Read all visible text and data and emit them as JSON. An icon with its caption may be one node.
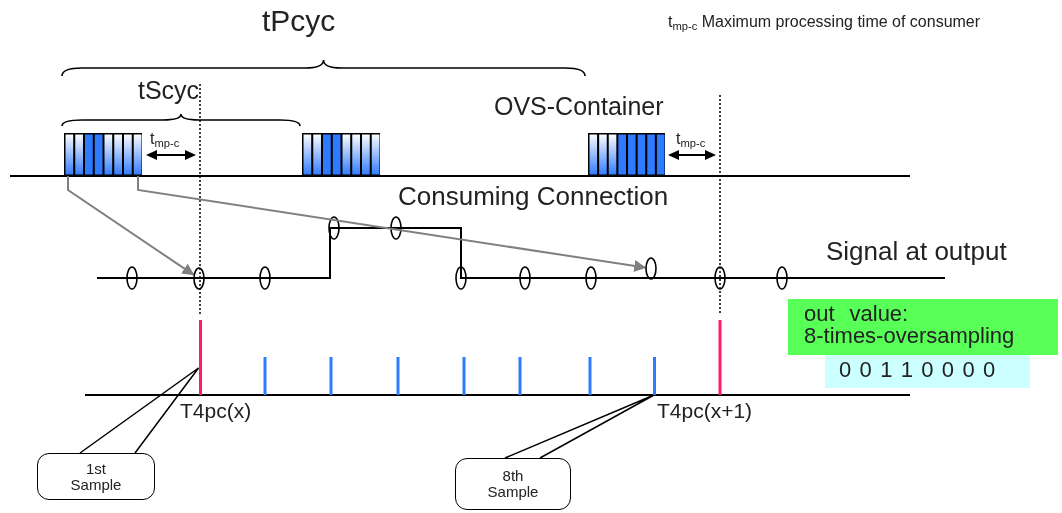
{
  "diagram": {
    "nodes": [
      {
        "text": [],
        "shape": "box"
      },
      {
        "text": [],
        "shape": "box"
      },
      {
        "text": [],
        "shape": "box"
      },
      {
        "text": [],
        "shape": "ellipse"
      },
      {
        "text": [],
        "shape": "ellipse"
      },
      {
        "text": [],
        "shape": "bar"
      },
      {
        "text": [],
        "shape": "bar"
      },
      {
        "text": [
          "out value: 8-times-oversampling"
        ]
      },
      {
        "text": [
          "0 0 1 1 0 0 0 0"
        ]
      },
      {
        "text": [
          "1st Sample"
        ]
      },
      {
        "text": [
          "8th Sample"
        ]
      }
    ],
    "edges": [
      {
        "from": 0,
        "to": 3,
        "arrow": "to",
        "color": "#808080"
      },
      {
        "from": 0,
        "to": 4,
        "arrow": "to",
        "color": "#808080"
      },
      {
        "from": 9,
        "to": 5,
        "arrow": "none",
        "color": "#000000"
      },
      {
        "from": 10,
        "to": 6,
        "arrow": "none",
        "color": "#000000"
      }
    ],
    "labels": [
      "tPcyc",
      "t$_{mp-c}$ Maximum processing time of consumer",
      "tScyc",
      "OVS-Container",
      "t$_{mp-c}$",
      "t$_{mp-c}$",
      "Consuming Connection",
      "Signal at output",
      "T4pc(x)",
      "T4pc(x+1)"
    ]
  }
}
